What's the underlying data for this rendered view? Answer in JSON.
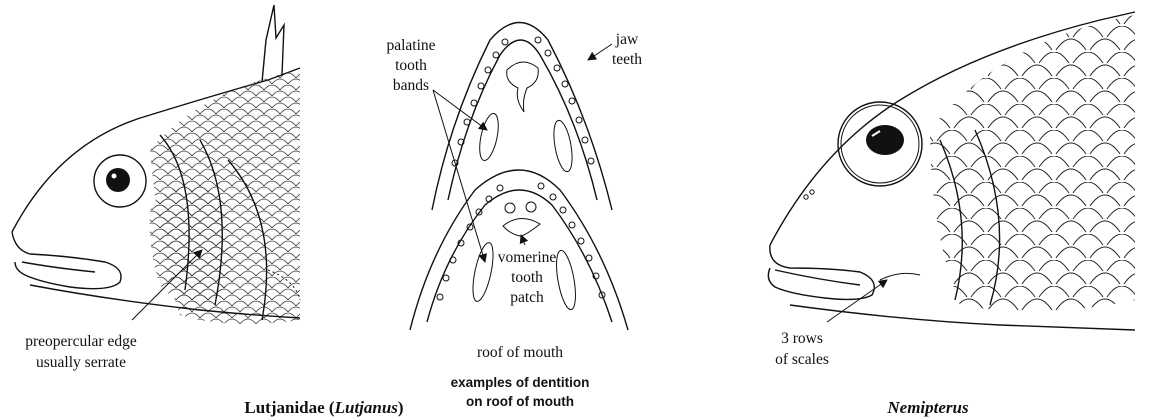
{
  "labels": {
    "preopercular_line1": "preopercular edge",
    "preopercular_line2": "usually serrate",
    "palatine_line1": "palatine",
    "palatine_line2": "tooth",
    "palatine_line3": "bands",
    "jaw_line1": "jaw",
    "jaw_line2": "teeth",
    "vomerine_line1": "vomerine",
    "vomerine_line2": "tooth",
    "vomerine_line3": "patch",
    "roof_of_mouth": "roof of mouth",
    "dentition_line1": "examples of dentition",
    "dentition_line2": "on roof of mouth",
    "scales_line1": "3 rows",
    "scales_line2": "of scales"
  },
  "captions": {
    "lutjanidae_prefix": "Lutjanidae (",
    "lutjanidae_genus": "Lutjanus",
    "lutjanidae_suffix": ")",
    "nemipterus": "Nemipterus"
  }
}
